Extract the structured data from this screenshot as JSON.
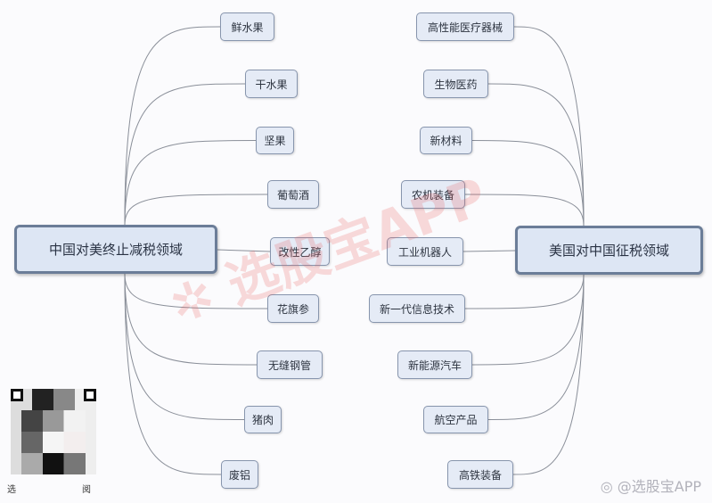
{
  "left_hub": "中国对美终止减税领域",
  "right_hub": "美国对中国征税领域",
  "left_items": [
    "鲜水果",
    "干水果",
    "坚果",
    "葡萄酒",
    "改性乙醇",
    "花旗参",
    "无缝钢管",
    "猪肉",
    "废铝"
  ],
  "right_items": [
    "高性能医疗器械",
    "生物医药",
    "新材料",
    "农机装备",
    "工业机器人",
    "新一代信息技术",
    "新能源汽车",
    "航空产品",
    "高铁装备"
  ],
  "watermark": "选股宝APP",
  "weibo_credit": "@选股宝APP",
  "qr_caption_left": "选",
  "qr_caption_right": "阅"
}
